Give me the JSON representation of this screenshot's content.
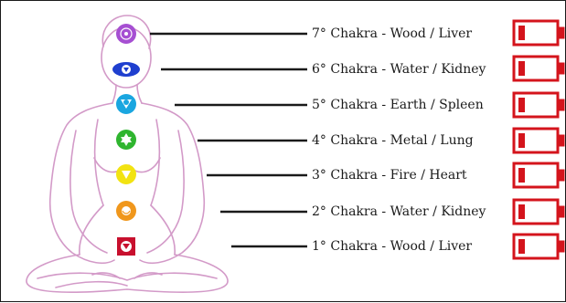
{
  "chakras": [
    {
      "label": "7° Chakra - Wood / Liver",
      "color": "#a64fd2",
      "icon": "crown-chakra-icon"
    },
    {
      "label": "6° Chakra - Water / Kidney",
      "color": "#1f3fcf",
      "icon": "third-eye-chakra-icon"
    },
    {
      "label": "5° Chakra - Earth / Spleen",
      "color": "#1aa6e0",
      "icon": "throat-chakra-icon"
    },
    {
      "label": "4° Chakra - Metal / Lung",
      "color": "#2fb52f",
      "icon": "heart-chakra-icon"
    },
    {
      "label": "3° Chakra - Fire / Heart",
      "color": "#f2e312",
      "icon": "solar-plexus-chakra-icon"
    },
    {
      "label": "2° Chakra - Water / Kidney",
      "color": "#f0971c",
      "icon": "sacral-chakra-icon"
    },
    {
      "label": "1° Chakra - Wood / Liver",
      "color": "#c8102e",
      "icon": "root-chakra-icon"
    }
  ],
  "battery_level": "low",
  "colors": {
    "figure_outline": "#d39ac8",
    "connector": "#1a1a1a",
    "battery": "#d4141c"
  }
}
